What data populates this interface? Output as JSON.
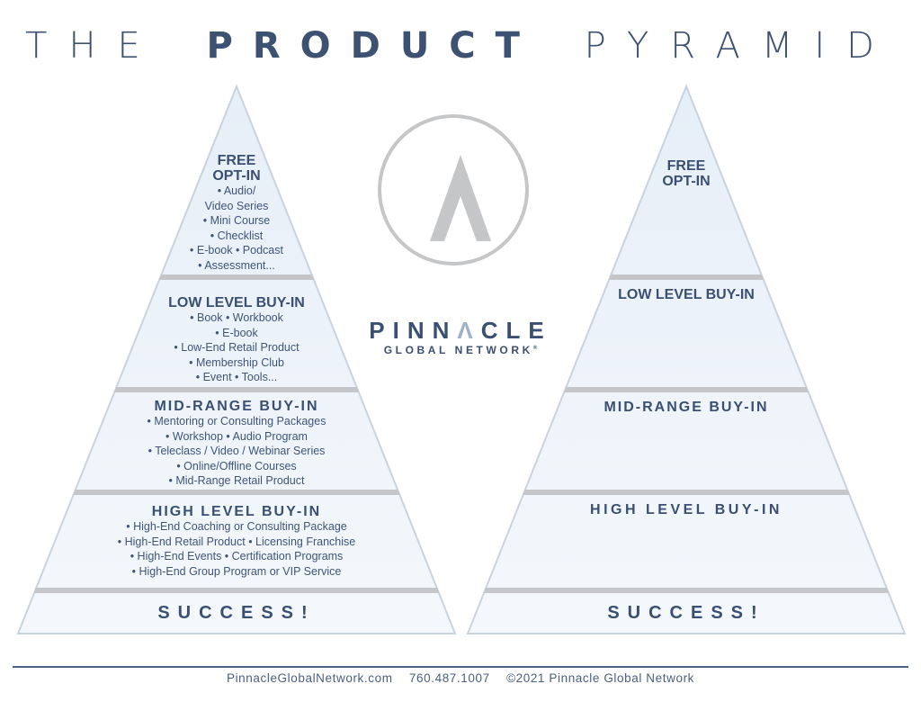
{
  "title": {
    "word1": "THE",
    "word2": "PRODUCT",
    "word3": "PYRAMID"
  },
  "colors": {
    "navy": "#3a4f72",
    "tier_fill": "#eaf1f8",
    "separator": "#c4c6c9",
    "edge": "#c9d3de",
    "logo_gray": "#c5c6c8",
    "accent_a": "#9fb0c8"
  },
  "left_pyramid": {
    "tiers": [
      {
        "heading_line1": "FREE",
        "heading_line2": "OPT-IN",
        "items": [
          "• Audio/",
          "Video Series",
          "• Mini Course",
          "• Checklist",
          "• E-book • Podcast",
          "• Assessment..."
        ]
      },
      {
        "heading": "LOW LEVEL BUY-IN",
        "items": [
          "•  Book  •  Workbook",
          "•  E-book",
          "•  Low-End Retail Product",
          "•  Membership Club",
          "• Event  •  Tools..."
        ]
      },
      {
        "heading": "MID-RANGE BUY-IN",
        "items": [
          "•  Mentoring or Consulting Packages",
          "•  Workshop •  Audio Program",
          "•  Teleclass / Video / Webinar Series",
          "•  Online/Offline Courses",
          "•  Mid-Range Retail Product"
        ]
      },
      {
        "heading": "HIGH LEVEL BUY-IN",
        "items": [
          "•  High-End Coaching or Consulting Package",
          "•  High-End Retail Product  •  Licensing  Franchise",
          "•  High-End Events  •  Certification Programs",
          "•  High-End Group Program or VIP Service"
        ]
      },
      {
        "heading": "SUCCESS!"
      }
    ]
  },
  "right_pyramid": {
    "tiers": [
      {
        "heading_line1": "FREE",
        "heading_line2": "OPT-IN"
      },
      {
        "heading": "LOW LEVEL BUY-IN"
      },
      {
        "heading": "MID-RANGE BUY-IN"
      },
      {
        "heading": "HIGH LEVEL BUY-IN"
      },
      {
        "heading": "SUCCESS!"
      }
    ]
  },
  "brand": {
    "name_part1": "PINN",
    "name_a": "Λ",
    "name_part2": "CLE",
    "subtitle": "GLOBAL NETWORK",
    "registered": "®"
  },
  "footer": {
    "website": "PinnacleGlobalNetwork.com",
    "phone": "760.487.1007",
    "copyright": "©2021 Pinnacle Global Network"
  }
}
